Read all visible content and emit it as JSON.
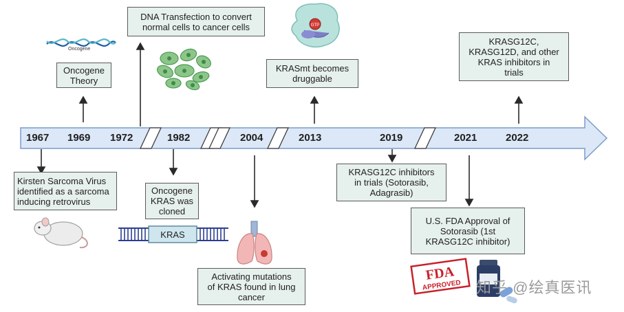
{
  "years": [
    "1967",
    "1969",
    "1972",
    "1982",
    "2004",
    "2013",
    "2019",
    "2021",
    "2022"
  ],
  "events": {
    "oncogene_theory": "Oncogene\nTheory",
    "dna_transfection": "DNA Transfection to convert\nnormal cells to cancer cells",
    "krasmt": "KRASmt becomes\ndruggable",
    "inhibitors_trials": "KRASG12C,\nKRASG12D, and other\nKRAS inhibitors in\ntrials",
    "kirsten": "Kirsten Sarcoma Virus\nidentified as a sarcoma\ninducing retrovirus",
    "oncogene_kras": "Oncogene\nKRAS was\ncloned",
    "activating": "Activating mutations\nof KRAS found in lung\ncancer",
    "g12c_trials": "KRASG12C inhibitors\nin trials (Sotorasib,\nAdagrasib)",
    "fda": "U.S. FDA Approval of\nSotorasib (1st\nKRASG12C inhibitor)"
  },
  "labels": {
    "oncogene_dna": "Oncogene",
    "kras_gene": "KRAS",
    "gtp": "GTP",
    "fda_stamp_1": "FDA",
    "fda_stamp_2": "APPROVED",
    "watermark": "知乎 @绘真医讯"
  },
  "colors": {
    "timeline_fill": "#dce8f7",
    "timeline_stroke": "#7b9cc9",
    "box_fill": "#e6f0ec",
    "stamp_red": "#c8202a"
  }
}
